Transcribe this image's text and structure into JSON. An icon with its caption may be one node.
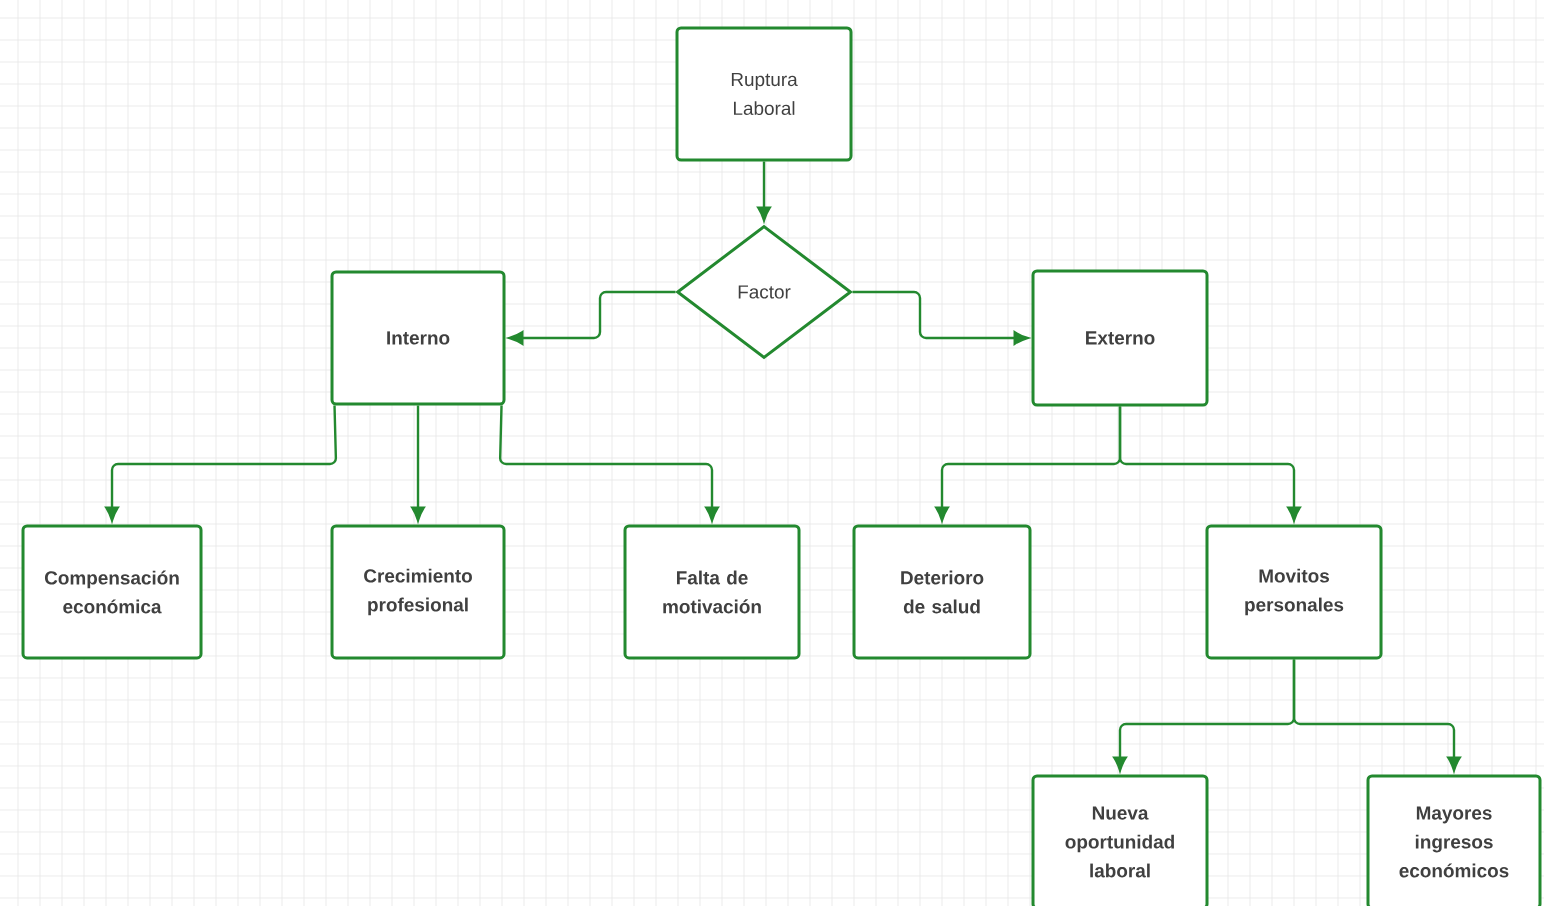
{
  "diagram": {
    "nodes": [
      {
        "text": [
          "Ruptura Laboral"
        ]
      },
      {
        "text": [
          "Factor"
        ]
      },
      {
        "text": [
          "Interno"
        ]
      },
      {
        "text": [
          "Externo"
        ]
      },
      {
        "text": [
          "Compensación económica"
        ]
      },
      {
        "text": [
          "Crecimiento profesional"
        ]
      },
      {
        "text": [
          "Falta de motivación"
        ]
      },
      {
        "text": [
          "Deterioro de salud"
        ]
      },
      {
        "text": [
          "Movitos personales"
        ]
      },
      {
        "text": [
          "Nueva oportunidad laboral"
        ]
      },
      {
        "text": [
          "Mayores ingresos económicos"
        ]
      }
    ],
    "edges": [
      {
        "from": 0,
        "to": 1,
        "arrow": "to"
      },
      {
        "from": 1,
        "to": 2,
        "arrow": "to"
      },
      {
        "from": 1,
        "to": 3,
        "arrow": "to"
      },
      {
        "from": 2,
        "to": 4,
        "arrow": "to"
      },
      {
        "from": 2,
        "to": 5,
        "arrow": "to"
      },
      {
        "from": 2,
        "to": 6,
        "arrow": "to"
      },
      {
        "from": 3,
        "to": 7,
        "arrow": "to"
      },
      {
        "from": 3,
        "to": 8,
        "arrow": "to"
      },
      {
        "from": 8,
        "to": 9,
        "arrow": "to"
      },
      {
        "from": 8,
        "to": 10,
        "arrow": "to"
      }
    ]
  }
}
